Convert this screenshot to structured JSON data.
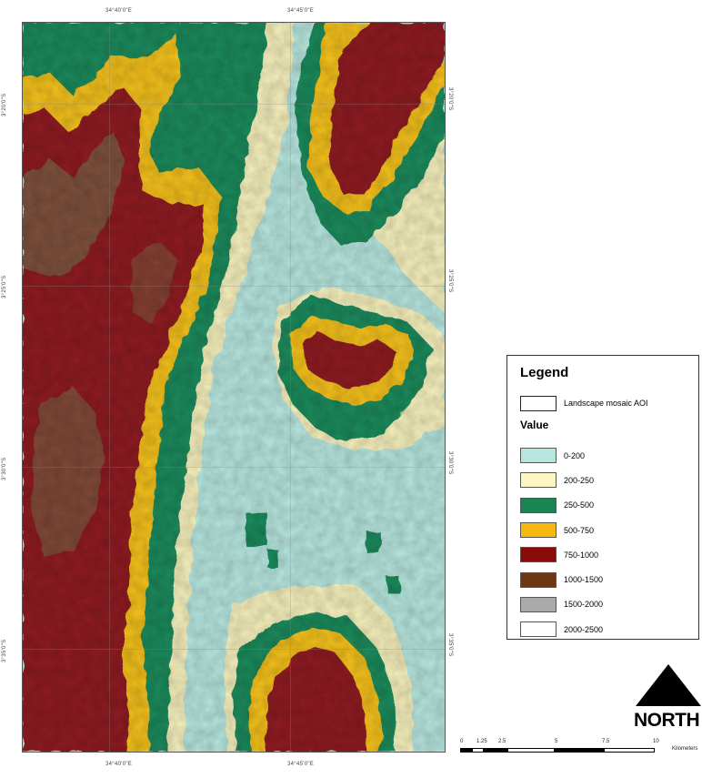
{
  "map": {
    "grid_labels": {
      "top": [
        "34°40'0\"E",
        "34°45'0\"E"
      ],
      "bottom": [
        "34°40'0\"E",
        "34°45'0\"E"
      ],
      "left": [
        "3°20'0\"S",
        "3°25'0\"S",
        "3°30'0\"S",
        "3°35'0\"S"
      ],
      "right": [
        "3°20'0\"S",
        "3°25'0\"S",
        "3°30'0\"S",
        "3°35'0\"S"
      ]
    },
    "colors": {
      "c0_200": "#b7e6df",
      "c200_250": "#f7f1bd",
      "c250_500": "#1f8a5c",
      "c500_750": "#f3c01b",
      "c750_1000": "#8e1f20",
      "c1000_1500": "#7b5a43"
    }
  },
  "legend": {
    "title": "Legend",
    "aoi_label": "Landscape mosaic AOI",
    "value_title": "Value",
    "classes": [
      {
        "label": "0-200",
        "color": "#b7e6df"
      },
      {
        "label": "200-250",
        "color": "#fbf6c4"
      },
      {
        "label": "250-500",
        "color": "#1a8552"
      },
      {
        "label": "500-750",
        "color": "#f5b90f"
      },
      {
        "label": "750-1000",
        "color": "#8b0a0a"
      },
      {
        "label": "1000-1500",
        "color": "#6e3714"
      },
      {
        "label": "1500-2000",
        "color": "#aaaaaa"
      },
      {
        "label": "2000-2500",
        "color": "#ffffff"
      }
    ]
  },
  "north_arrow": {
    "label": "NORTH"
  },
  "scale_bar": {
    "ticks": [
      "0",
      "1.25",
      "2.5",
      "5",
      "7.5",
      "10"
    ],
    "unit": "Kilometers"
  }
}
